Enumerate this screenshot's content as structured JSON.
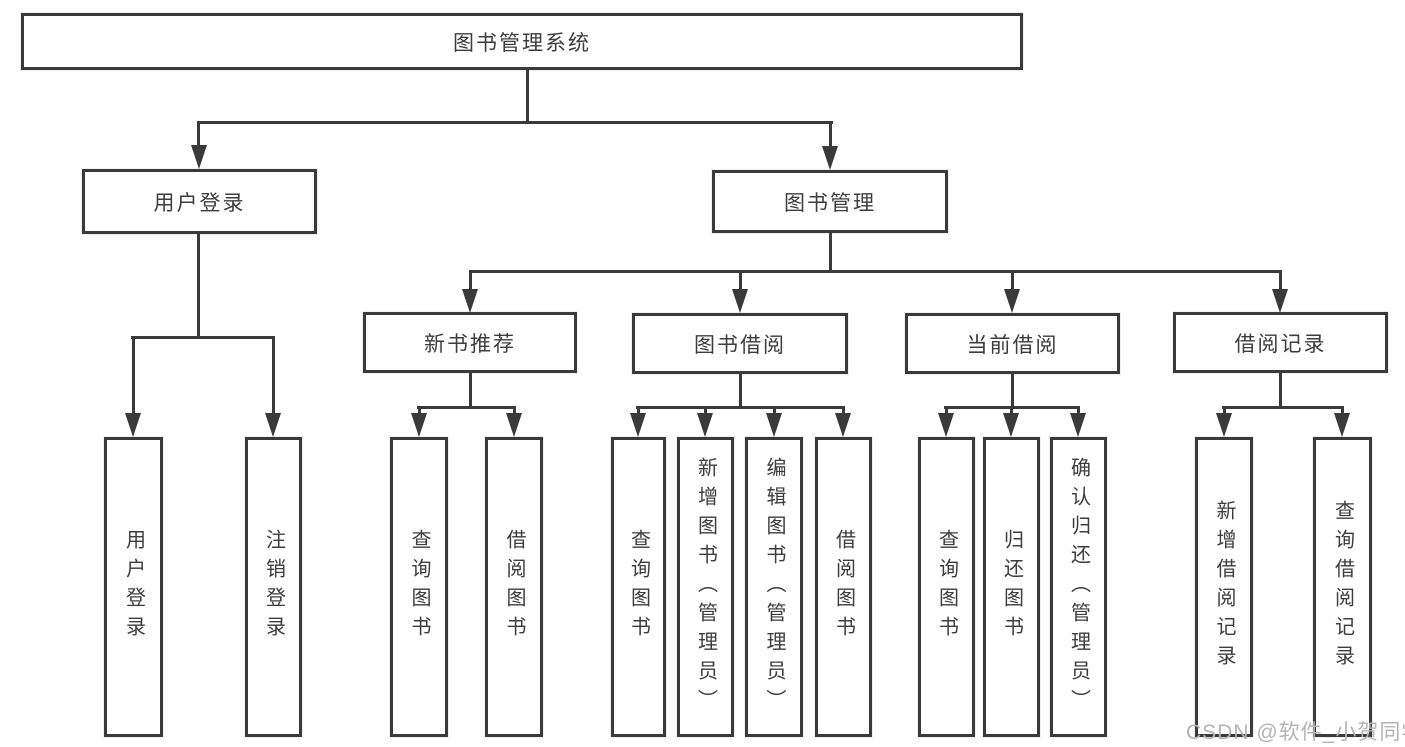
{
  "tree": {
    "label": "图书管理系统",
    "children": [
      {
        "label": "用户登录",
        "children": [
          {
            "label": "用户登录"
          },
          {
            "label": "注销登录"
          }
        ]
      },
      {
        "label": "图书管理",
        "children": [
          {
            "label": "新书推荐",
            "children": [
              {
                "label": "查询图书"
              },
              {
                "label": "借阅图书"
              }
            ]
          },
          {
            "label": "图书借阅",
            "children": [
              {
                "label": "查询图书"
              },
              {
                "label": "新增图书（管理员）"
              },
              {
                "label": "编辑图书（管理员）"
              },
              {
                "label": "借阅图书"
              }
            ]
          },
          {
            "label": "当前借阅",
            "children": [
              {
                "label": "查询图书"
              },
              {
                "label": "归还图书"
              },
              {
                "label": "确认归还（管理员）"
              }
            ]
          },
          {
            "label": "借阅记录",
            "children": [
              {
                "label": "新增借阅记录"
              },
              {
                "label": "查询借阅记录"
              }
            ]
          }
        ]
      }
    ]
  },
  "watermark": {
    "text": "CSDN @软件_小贺同学"
  },
  "colors": {
    "line": "#3a3a3a",
    "text": "#3d3d3d",
    "background": "#ffffff",
    "watermark": "#b4b4b4"
  }
}
